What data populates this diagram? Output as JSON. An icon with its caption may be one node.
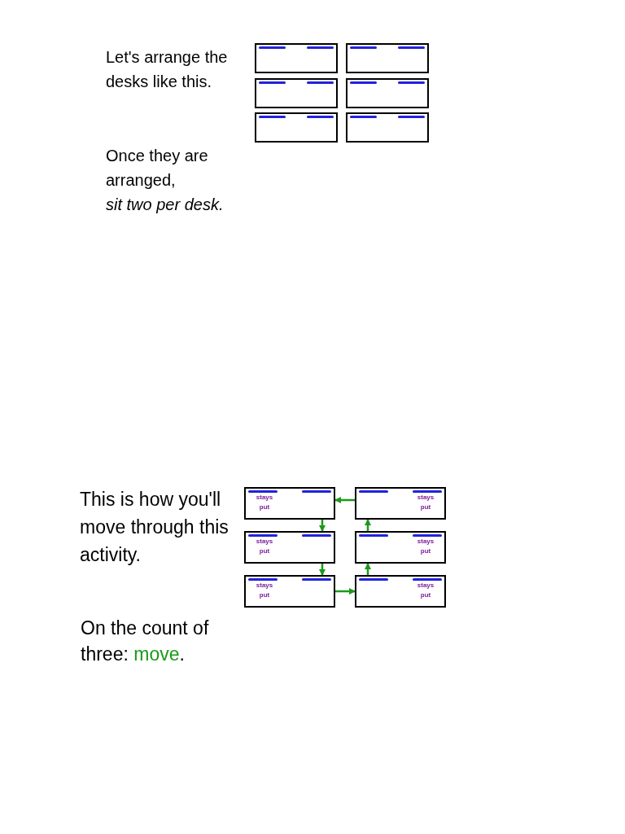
{
  "diagram": {
    "nodes": [
      {
        "text": [],
        "shape": "box"
      },
      {
        "text": [],
        "shape": "box"
      },
      {
        "text": [],
        "shape": "box"
      },
      {
        "text": [],
        "shape": "box"
      },
      {
        "text": [],
        "shape": "box"
      },
      {
        "text": [],
        "shape": "box"
      },
      {
        "text": [
          "stays put"
        ]
      },
      {
        "text": [
          "stays put"
        ]
      },
      {
        "text": [
          "stays put"
        ]
      },
      {
        "text": [
          "stays put"
        ]
      },
      {
        "text": [
          "stays put"
        ]
      },
      {
        "text": [
          "stays put"
        ]
      }
    ],
    "edges": [
      {
        "from": 6,
        "to": 8,
        "arrow": "to"
      },
      {
        "from": 8,
        "to": 10,
        "arrow": "to"
      },
      {
        "from": 10,
        "to": 11,
        "arrow": "to"
      },
      {
        "from": 11,
        "to": 9,
        "arrow": "to"
      },
      {
        "from": 9,
        "to": 7,
        "arrow": "to"
      },
      {
        "from": 7,
        "to": 6,
        "arrow": "to"
      }
    ],
    "labels": [
      "Let's arrange the desks like this.",
      "Once they are arranged,",
      "sit two per desk.",
      "This is how you'll move through this activity.",
      "On the count of three:",
      "move",
      "."
    ]
  }
}
